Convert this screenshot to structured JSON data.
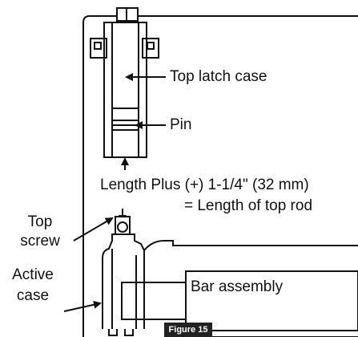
{
  "labels": {
    "top_latch_case": "Top latch case",
    "pin": "Pin",
    "length_line1": "Length Plus (+) 1-1/4\" (32 mm)",
    "length_line2": "= Length of top rod",
    "top_screw_line1": "Top",
    "top_screw_line2": "screw",
    "active_case_line1": "Active",
    "active_case_line2": "case",
    "bar_assembly": "Bar assembly"
  },
  "figure_label": "Figure 15",
  "colors": {
    "ink": "#111111",
    "background": "#ffffff",
    "tag": "#222222"
  }
}
